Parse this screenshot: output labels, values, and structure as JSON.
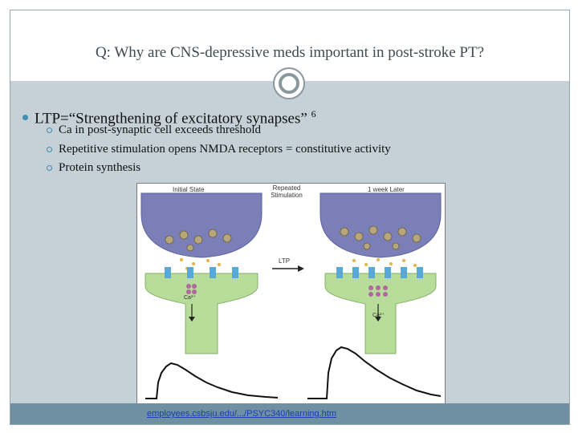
{
  "slide": {
    "title": "Q: Why are CNS-depressive meds important in post-stroke PT?",
    "main_bullet": {
      "text": "LTP=“Strengthening of excitatory synapses”",
      "superscript": "6"
    },
    "sub_bullets": [
      "Ca in post-synaptic cell exceeds threshold",
      "Repetitive stimulation opens NMDA receptors = constitutive activity",
      "Protein synthesis"
    ]
  },
  "figure": {
    "label_initial": "Initial State",
    "label_repeated": "Repeated\nStimulation",
    "label_later": "1 week Later",
    "arrow_label": "LTP",
    "ca_label": "Ca²⁺",
    "source_link": "employees.csbsju.edu/.../PSYC340/learning.htm"
  }
}
